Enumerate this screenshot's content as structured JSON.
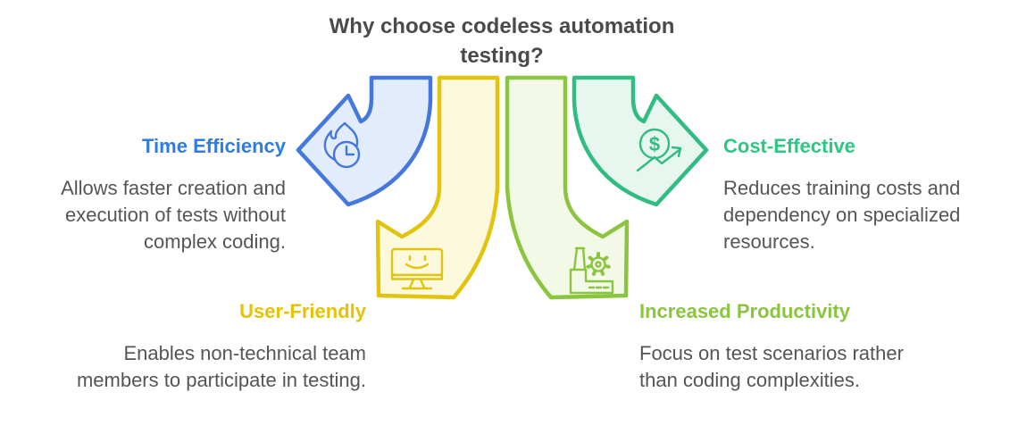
{
  "title": "Why choose codeless automation testing?",
  "title_color": "#4a4a4a",
  "body_text_color": "#555555",
  "benefits": [
    {
      "id": "time-efficiency",
      "label": "Time Efficiency",
      "description": "Allows faster creation and execution of tests without complex coding.",
      "color": "#2e7ce4",
      "arrow_fill": "#e3ecfc",
      "arrow_stroke": "#4478dc",
      "icon": "flame-clock-icon",
      "position": "left"
    },
    {
      "id": "cost-effective",
      "label": "Cost-Effective",
      "description": "Reduces training costs and dependency on specialized resources.",
      "color": "#2dc784",
      "arrow_fill": "#e7f7ef",
      "arrow_stroke": "#31bd82",
      "icon": "dollar-growth-icon",
      "position": "right"
    },
    {
      "id": "user-friendly",
      "label": "User-Friendly",
      "description": "Enables non-technical team members to participate in testing.",
      "color": "#e3c308",
      "arrow_fill": "#fdf9dc",
      "arrow_stroke": "#e2c40e",
      "icon": "smiley-monitor-icon",
      "position": "bottom-left"
    },
    {
      "id": "increased-productivity",
      "label": "Increased Productivity",
      "description": "Focus on test scenarios rather than coding complexities.",
      "color": "#8bc53f",
      "arrow_fill": "#f3f9e7",
      "arrow_stroke": "#8bc53f",
      "icon": "factory-gear-icon",
      "position": "bottom-right"
    }
  ]
}
